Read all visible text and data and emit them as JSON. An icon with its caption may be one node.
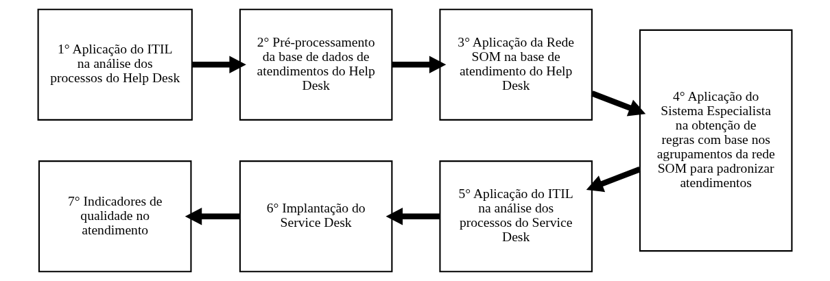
{
  "diagram": {
    "nodes": [
      {
        "text": [
          "1° Aplicação do ITIL na análise dos processos do Help Desk"
        ]
      },
      {
        "text": [
          "2° Pré-processamento da base de dados de atendimentos do Help Desk"
        ]
      },
      {
        "text": [
          "3° Aplicação da Rede SOM na base de atendimento do Help Desk"
        ]
      },
      {
        "text": [
          "4° Aplicação do Sistema Especialista na obtenção de regras com base nos agrupamentos da rede SOM para padronizar atendimentos"
        ]
      },
      {
        "text": [
          "5° Aplicação do ITIL na análise dos processos do Service Desk"
        ]
      },
      {
        "text": [
          "6° Implantação do Service Desk"
        ]
      },
      {
        "text": [
          "7° Indicadores de qualidade no atendimento"
        ]
      }
    ],
    "edges": [
      {
        "from": 0,
        "to": 1,
        "arrow": "to"
      },
      {
        "from": 1,
        "to": 2,
        "arrow": "to"
      },
      {
        "from": 2,
        "to": 3,
        "arrow": "to"
      },
      {
        "from": 3,
        "to": 4,
        "arrow": "to"
      },
      {
        "from": 4,
        "to": 5,
        "arrow": "to"
      },
      {
        "from": 5,
        "to": 6,
        "arrow": "to"
      }
    ]
  }
}
